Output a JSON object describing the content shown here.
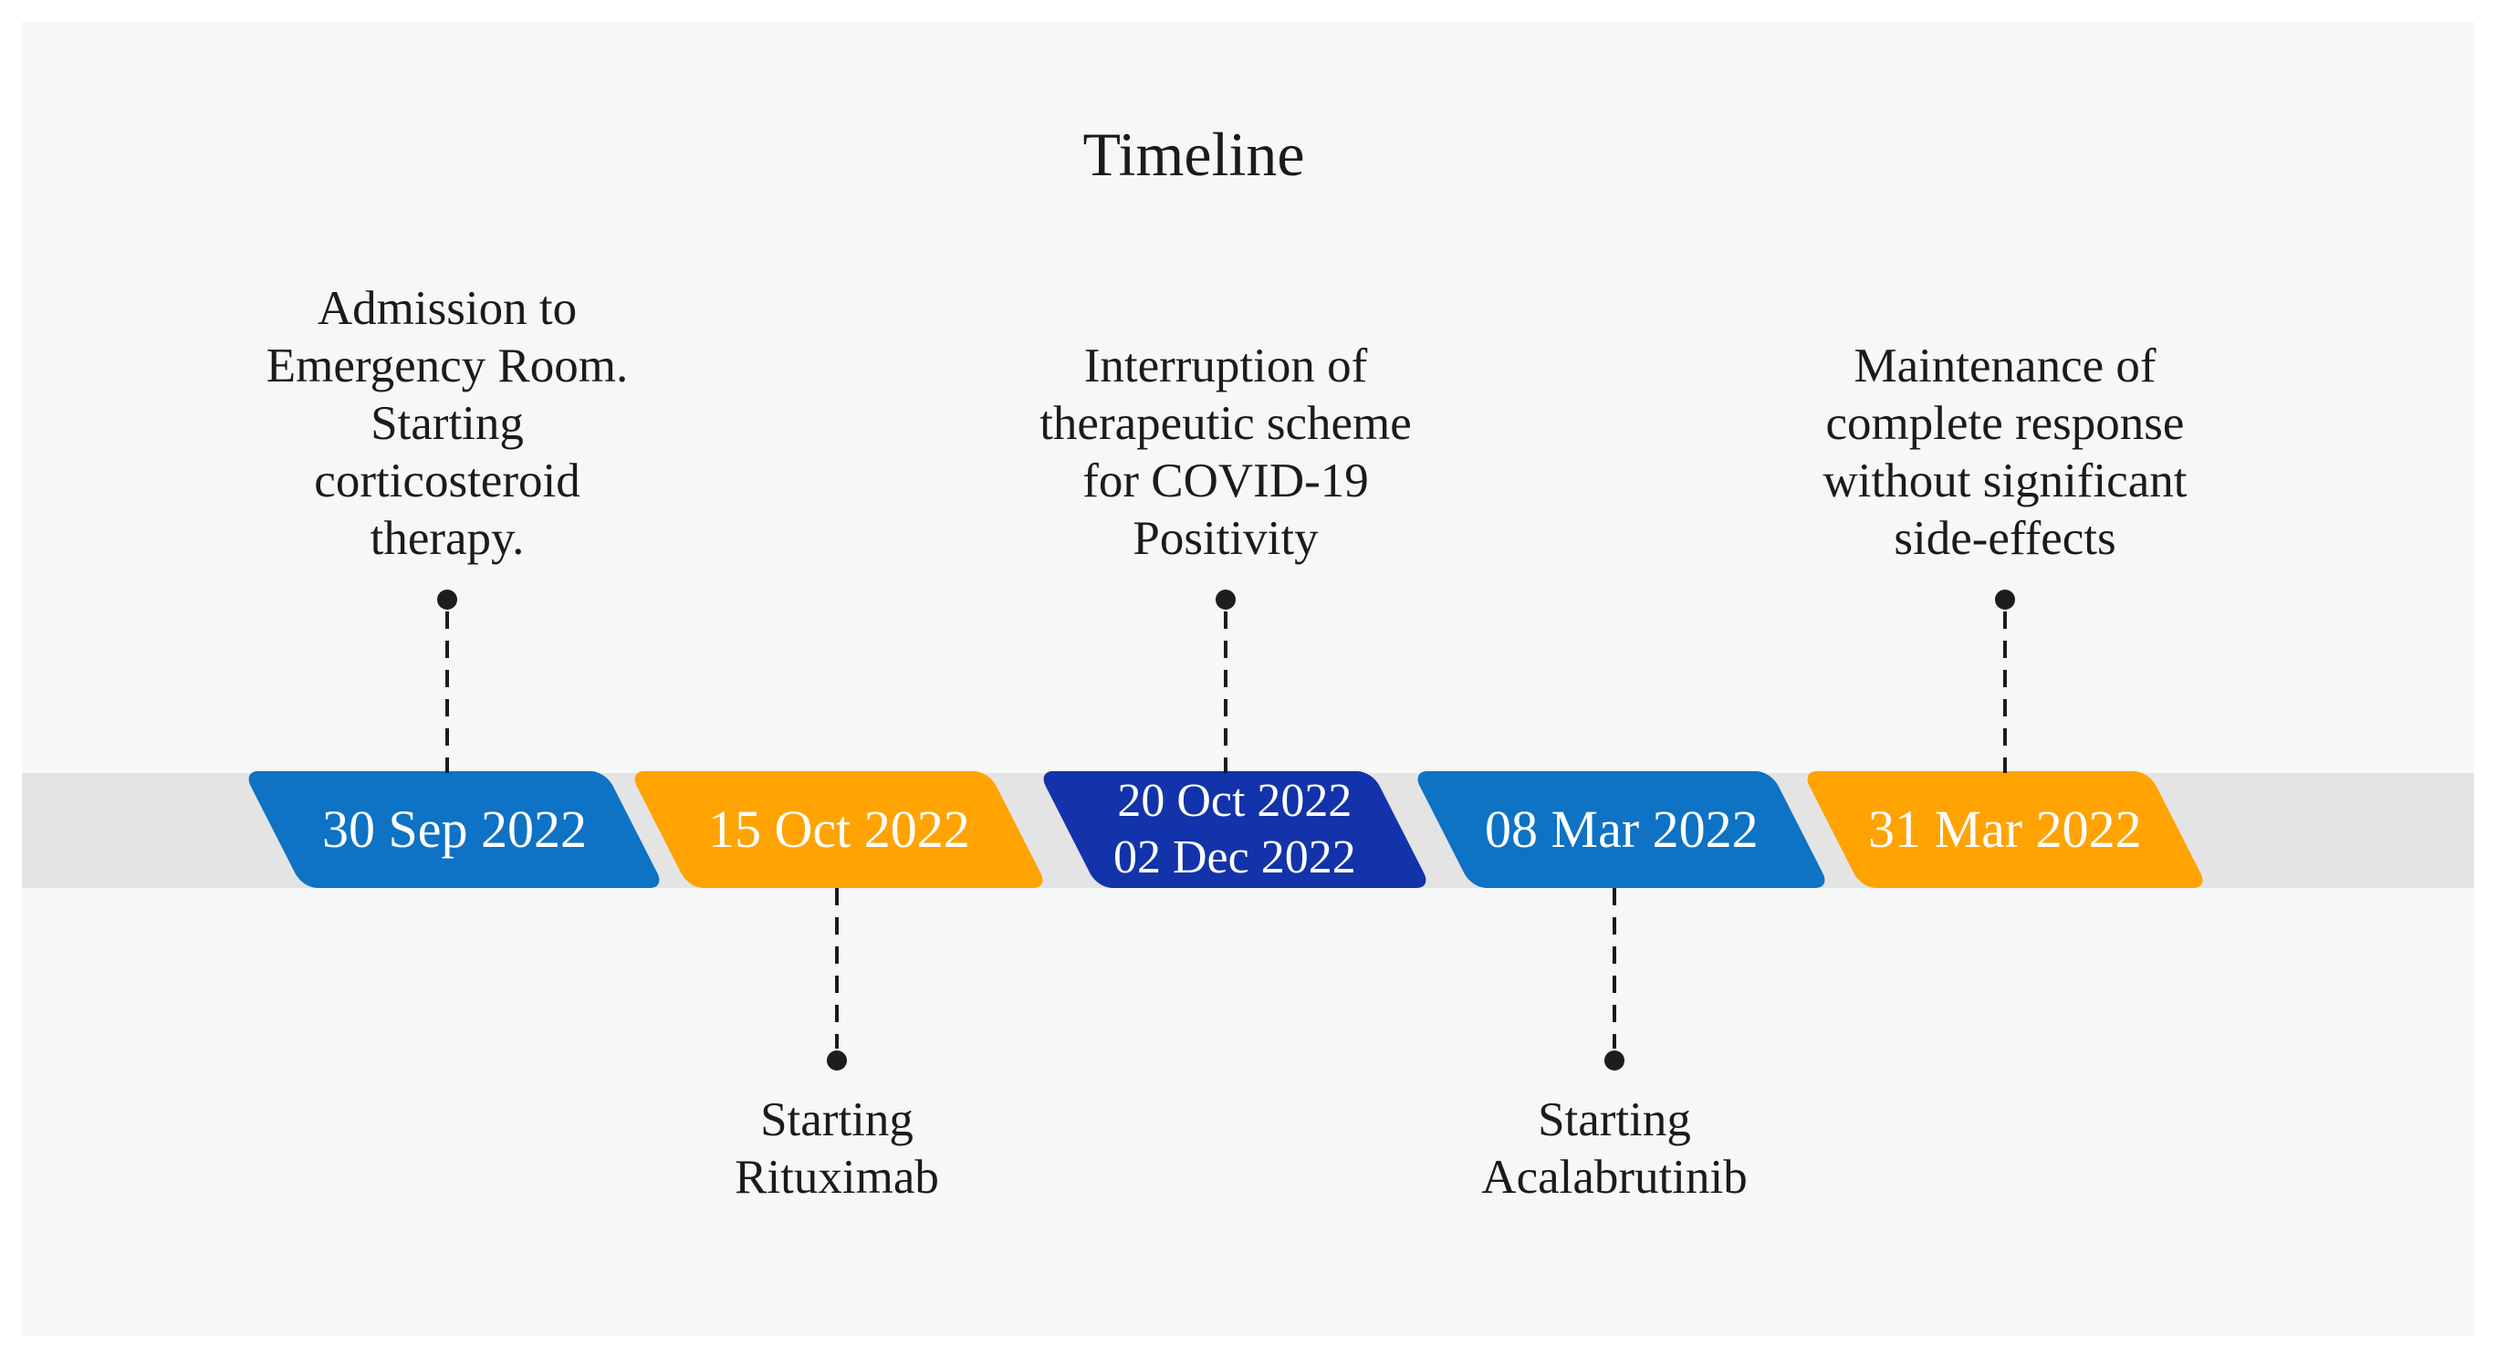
{
  "title": "Timeline",
  "colors": {
    "blue": "#0e72c5",
    "orange": "#ffa303",
    "navy": "#1233aa",
    "band_gray": "#e4e4e5",
    "panel_gray": "#f6f7f7",
    "ink": "#1b1b1b",
    "marker_text": "#ffffff"
  },
  "events": [
    {
      "date_lines": [
        "30 Sep 2022"
      ],
      "color": "#0e72c5",
      "label_position": "above",
      "label_lines": [
        "Admission to",
        "Emergency Room.",
        "Starting",
        "corticosteroid",
        "therapy."
      ]
    },
    {
      "date_lines": [
        "15 Oct 2022"
      ],
      "color": "#ffa303",
      "label_position": "below",
      "label_lines": [
        "Starting",
        "Rituximab"
      ]
    },
    {
      "date_lines": [
        "20 Oct 2022",
        "02 Dec 2022"
      ],
      "color": "#1233aa",
      "label_position": "above",
      "label_lines": [
        "Interruption of",
        "therapeutic scheme",
        "for COVID-19",
        "Positivity"
      ]
    },
    {
      "date_lines": [
        "08 Mar 2022"
      ],
      "color": "#0e72c5",
      "label_position": "below",
      "label_lines": [
        "Starting",
        "Acalabrutinib"
      ]
    },
    {
      "date_lines": [
        "31 Mar 2022"
      ],
      "color": "#ffa303",
      "label_position": "above",
      "label_lines": [
        "Maintenance of",
        "complete response",
        "without significant",
        "side-effects"
      ]
    }
  ]
}
